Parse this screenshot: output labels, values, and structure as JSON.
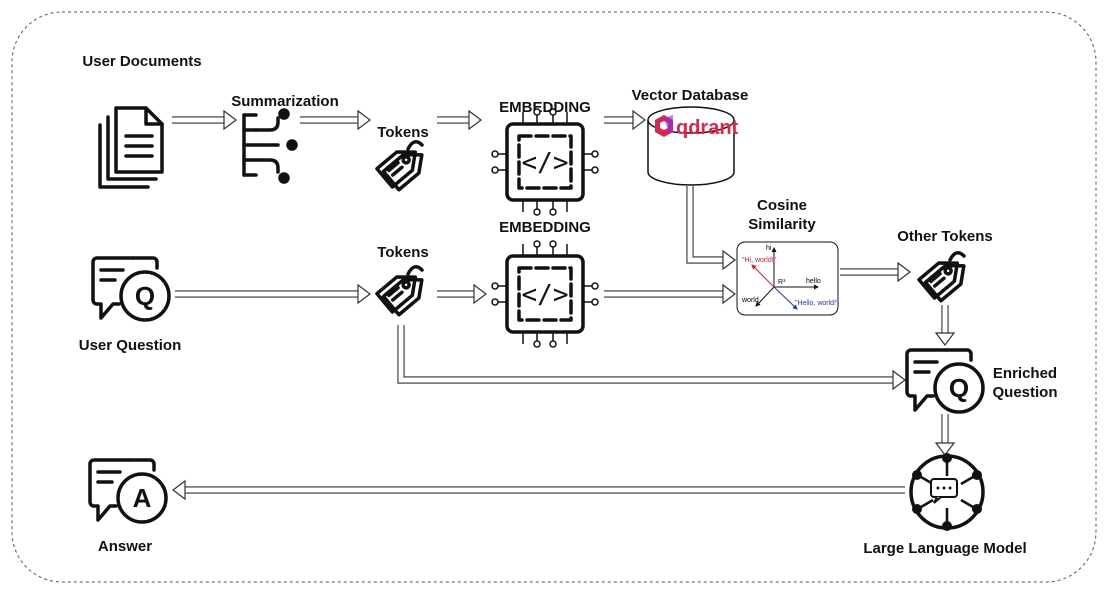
{
  "labels": {
    "user_documents": "User Documents",
    "summarization": "Summarization",
    "tokens_top": "Tokens",
    "embedding_top": "EMBEDDING",
    "vector_database": "Vector Database",
    "qdrant_logo": "qdrant",
    "cosine_line1": "Cosine",
    "cosine_line2": "Similarity",
    "other_tokens": "Other Tokens",
    "user_question": "User Question",
    "tokens_mid": "Tokens",
    "embedding_mid": "EMBEDDING",
    "enriched_line1": "Enriched",
    "enriched_line2": "Question",
    "llm": "Large Language Model",
    "answer": "Answer",
    "q_letter": "Q",
    "a_letter": "A"
  },
  "cosine_plot": {
    "axis_hi": "hi",
    "axis_hello": "hello",
    "axis_world": "world",
    "space": "R³",
    "vec_hi_world": "\"Hi, world!\"",
    "vec_hello_world": "\"Hello, world!\""
  },
  "colors": {
    "qdrant": "#dc244c",
    "vector_red": "#cc2233",
    "vector_blue": "#2233cc",
    "stroke": "#111111"
  }
}
